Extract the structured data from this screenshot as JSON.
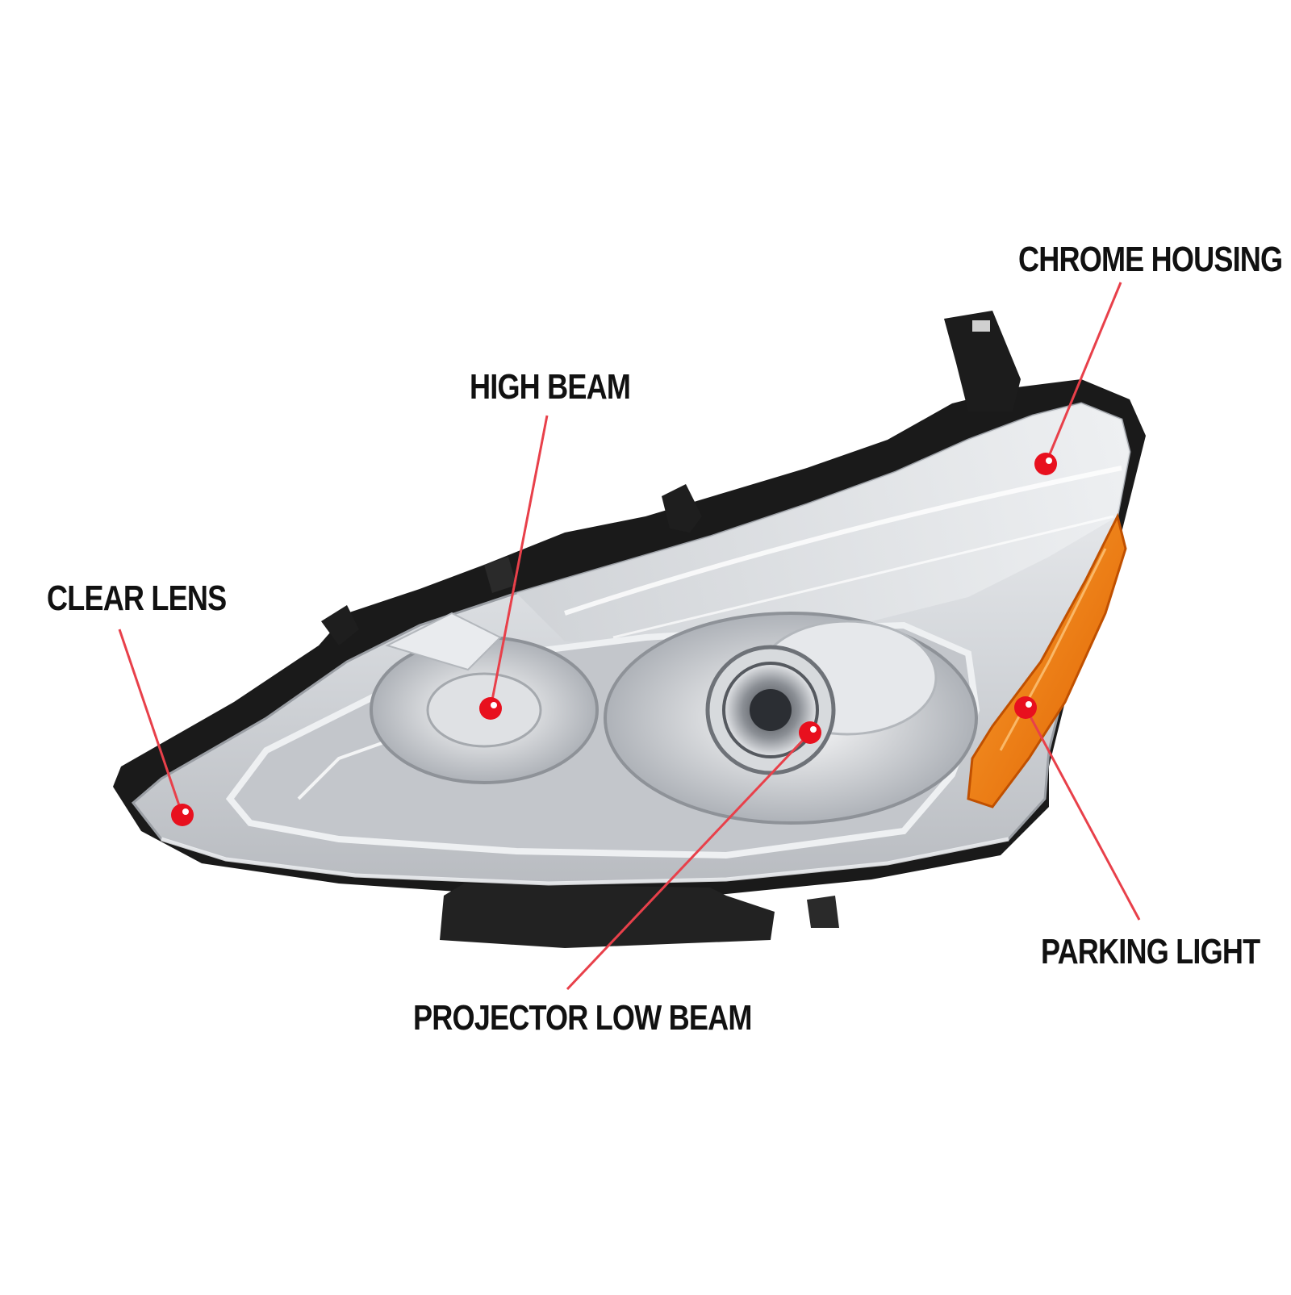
{
  "colors": {
    "callout_line": "#e8404a",
    "callout_dot": "#e8101e",
    "amber": "#f07a10",
    "housing_black": "#1a1a1a",
    "chrome": "#c8cbcf"
  },
  "labels": {
    "chrome_housing": "CHROME HOUSING",
    "high_beam": "HIGH BEAM",
    "clear_lens": "CLEAR LENS",
    "parking_light": "PARKING LIGHT",
    "projector_low_beam": "PROJECTOR LOW BEAM"
  }
}
